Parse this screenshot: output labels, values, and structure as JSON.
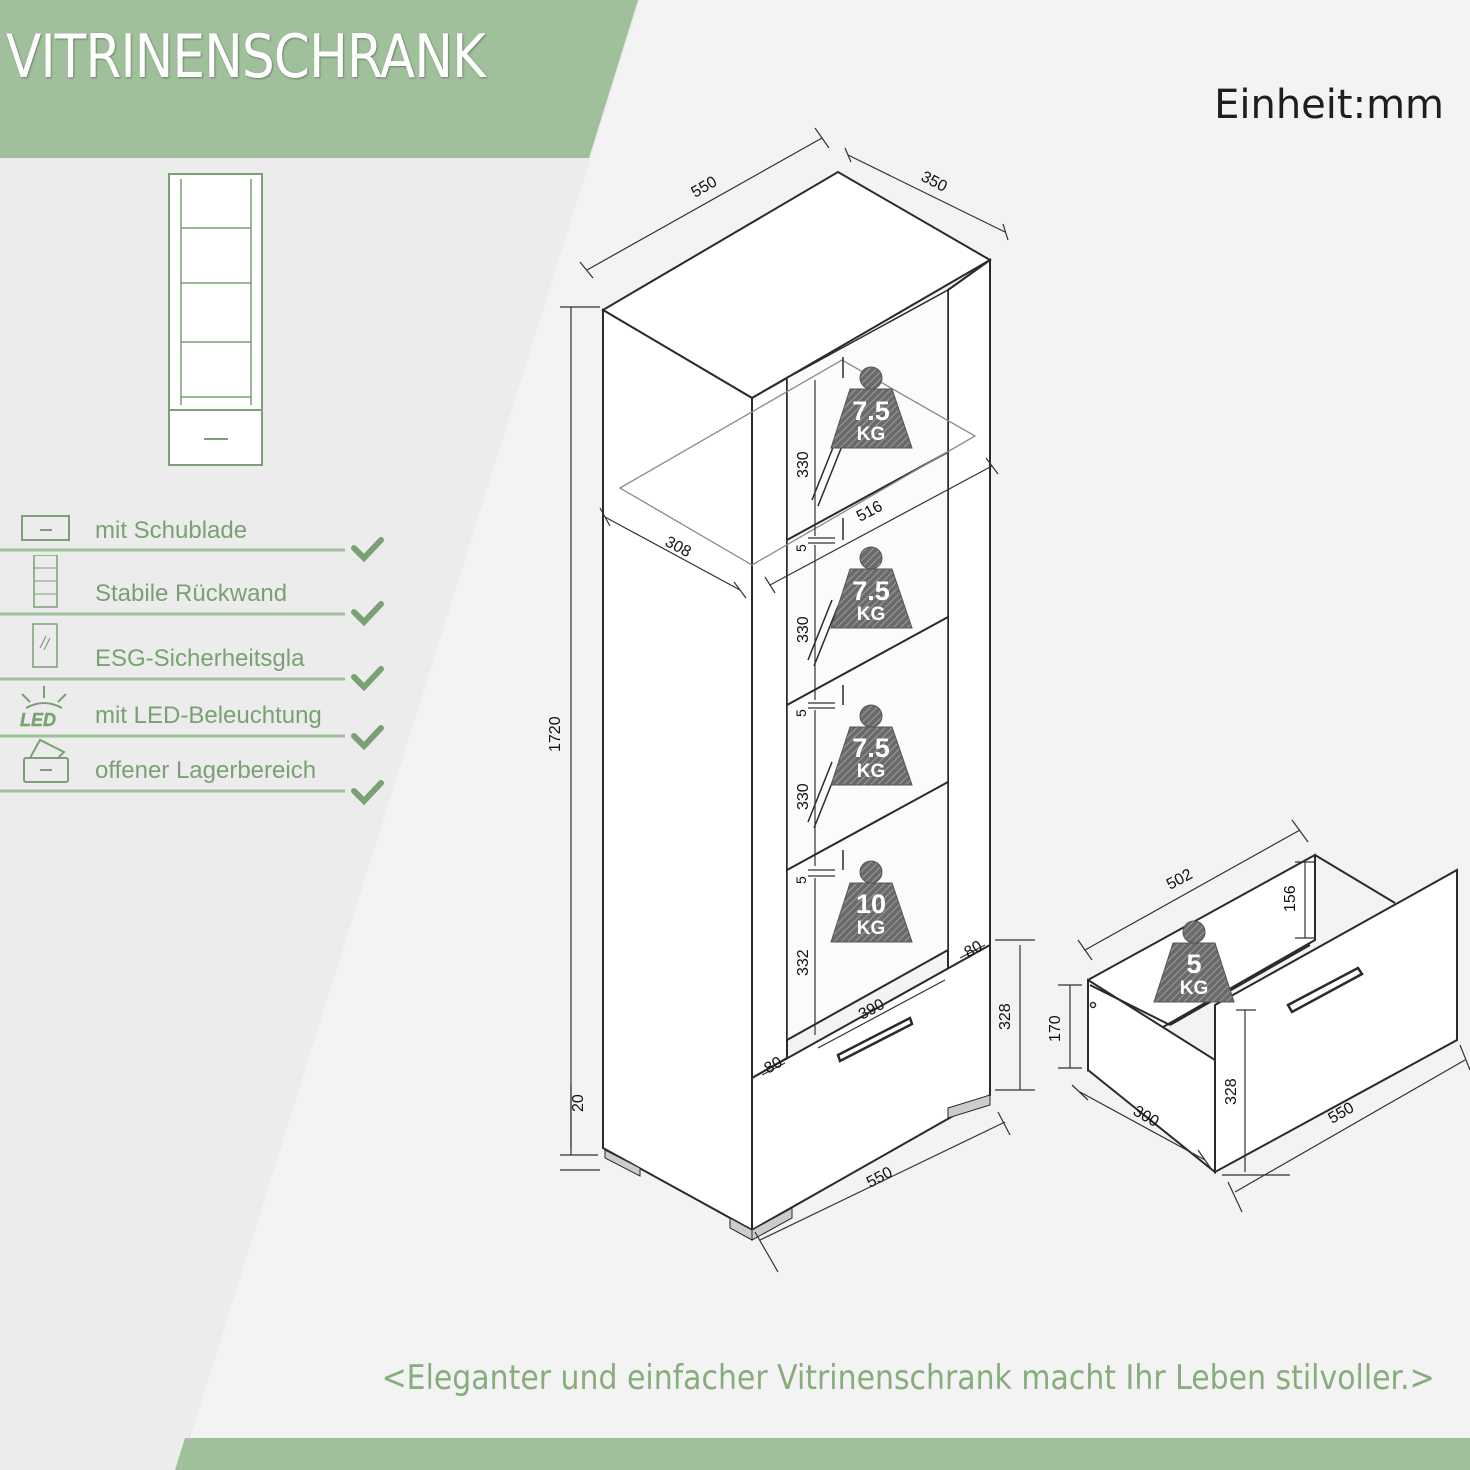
{
  "header": {
    "title": "VITRINENSCHRANK",
    "unit_label": "Einheit:mm",
    "accent_color": "#a0bf9b",
    "text_color": "#7aa173"
  },
  "features": [
    {
      "label": "mit Schublade",
      "icon": "drawer-icon",
      "checked": true
    },
    {
      "label": "Stabile Rückwand",
      "icon": "back-panel-icon",
      "checked": true
    },
    {
      "label": "ESG-Sicherheitsgla",
      "icon": "safety-glass-icon",
      "checked": true
    },
    {
      "label": "mit LED-Beleuchtung",
      "icon": "led-icon",
      "checked": true
    },
    {
      "label": "offener Lagerbereich",
      "icon": "open-storage-icon",
      "checked": true
    }
  ],
  "cabinet": {
    "dim_width_top": "550",
    "dim_depth_top": "350",
    "dim_height": "1720",
    "dim_shelf_depth": "308",
    "dim_shelf_width": "516",
    "dim_base": "20",
    "dim_drawer_height": "328",
    "dim_width_bottom": "550",
    "dim_inner_width": "390",
    "dim_side_left": "80",
    "dim_side_right": "80",
    "compartments": [
      {
        "height": "330",
        "gap": "5",
        "load_value": "7.5",
        "load_unit": "KG"
      },
      {
        "height": "330",
        "gap": "5",
        "load_value": "7.5",
        "load_unit": "KG"
      },
      {
        "height": "330",
        "gap": "5",
        "load_value": "7.5",
        "load_unit": "KG"
      },
      {
        "height": "332",
        "gap": "",
        "load_value": "10",
        "load_unit": "KG"
      }
    ]
  },
  "drawer": {
    "dim_width": "502",
    "dim_inner_height": "156",
    "dim_height": "170",
    "dim_depth": "300",
    "dim_front_height": "328",
    "dim_front_width": "550",
    "load_value": "5",
    "load_unit": "KG"
  },
  "footer": {
    "tagline": "<Eleganter und einfacher Vitrinenschrank macht Ihr Leben stilvoller.>"
  }
}
